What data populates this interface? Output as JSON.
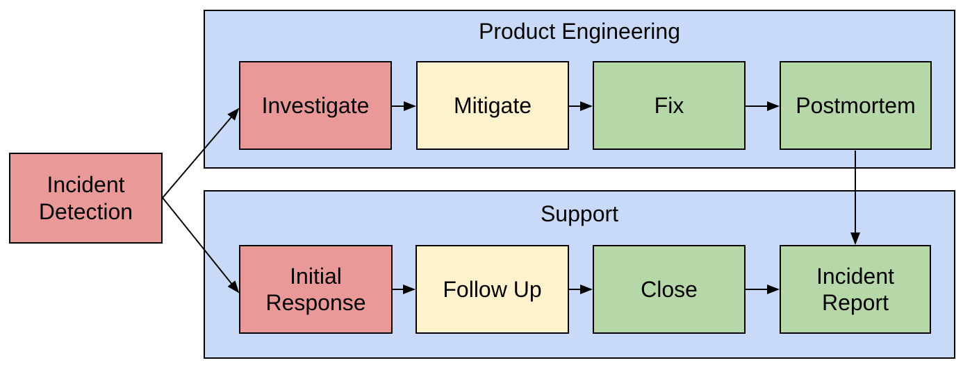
{
  "colors": {
    "node_red": "#EA9999",
    "node_yellow": "#FFF2CC",
    "node_green": "#B6D7A8",
    "lane_blue": "#C9DAF8",
    "border": "#000000",
    "arrow": "#000000",
    "background": "#FFFFFF"
  },
  "diagram": {
    "type": "flowchart",
    "start_node": {
      "label": "Incident Detection",
      "color": "node_red"
    },
    "lanes": [
      {
        "title": "Product Engineering",
        "color": "lane_blue",
        "steps": [
          {
            "label": "Investigate",
            "color": "node_red"
          },
          {
            "label": "Mitigate",
            "color": "node_yellow"
          },
          {
            "label": "Fix",
            "color": "node_green"
          },
          {
            "label": "Postmortem",
            "color": "node_green"
          }
        ]
      },
      {
        "title": "Support",
        "color": "lane_blue",
        "steps": [
          {
            "label": "Initial Response",
            "color": "node_red"
          },
          {
            "label": "Follow Up",
            "color": "node_yellow"
          },
          {
            "label": "Close",
            "color": "node_green"
          },
          {
            "label": "Incident Report",
            "color": "node_green"
          }
        ]
      }
    ],
    "connections": [
      {
        "from": "Incident Detection",
        "to": "Investigate"
      },
      {
        "from": "Incident Detection",
        "to": "Initial Response"
      },
      {
        "from": "Investigate",
        "to": "Mitigate"
      },
      {
        "from": "Mitigate",
        "to": "Fix"
      },
      {
        "from": "Fix",
        "to": "Postmortem"
      },
      {
        "from": "Postmortem",
        "to": "Incident Report"
      },
      {
        "from": "Initial Response",
        "to": "Follow Up"
      },
      {
        "from": "Follow Up",
        "to": "Close"
      },
      {
        "from": "Close",
        "to": "Incident Report"
      }
    ]
  }
}
